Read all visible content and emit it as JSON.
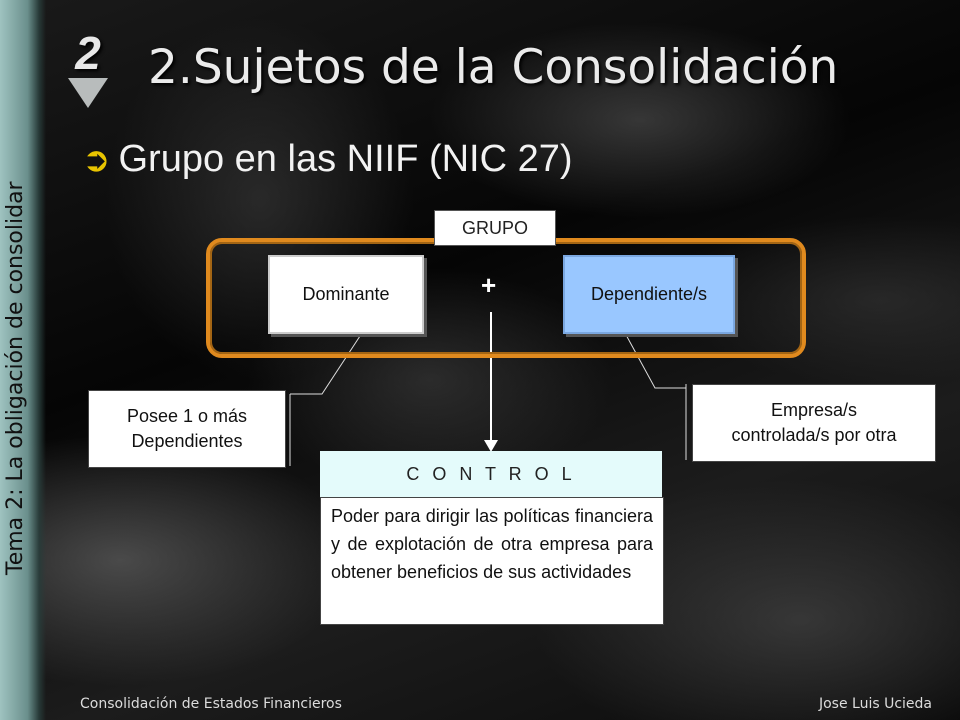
{
  "sidebar": {
    "vertical_title": "Tema 2: La obligación de consolidar"
  },
  "header": {
    "section_number": "2",
    "title": "2.Sujetos de la Consolidación"
  },
  "bullet": {
    "text": "Grupo en las NIIF (NIC 27)",
    "icon": "right-arrow-icon"
  },
  "diagram": {
    "group_label": "GRUPO",
    "dominante": "Dominante",
    "dependiente": "Dependiente/s",
    "plus": "+",
    "posee_line1": "Posee 1 o más",
    "posee_line2": "Dependientes",
    "empresa_line1": "Empresa/s",
    "empresa_line2": "controlada/s por otra",
    "control_title": "C O N T R O L",
    "control_text": "Poder para dirigir las políticas financiera y de explotación de otra empresa para obtener beneficios de sus actividades"
  },
  "colors": {
    "frame": "#e08a1e",
    "dependiente": "#99c7ff",
    "control_header": "#e4fbfb",
    "bullet_arrow": "#e8c400"
  },
  "footer": {
    "left": "Consolidación de Estados Financieros",
    "right": "Jose Luis Ucieda"
  }
}
